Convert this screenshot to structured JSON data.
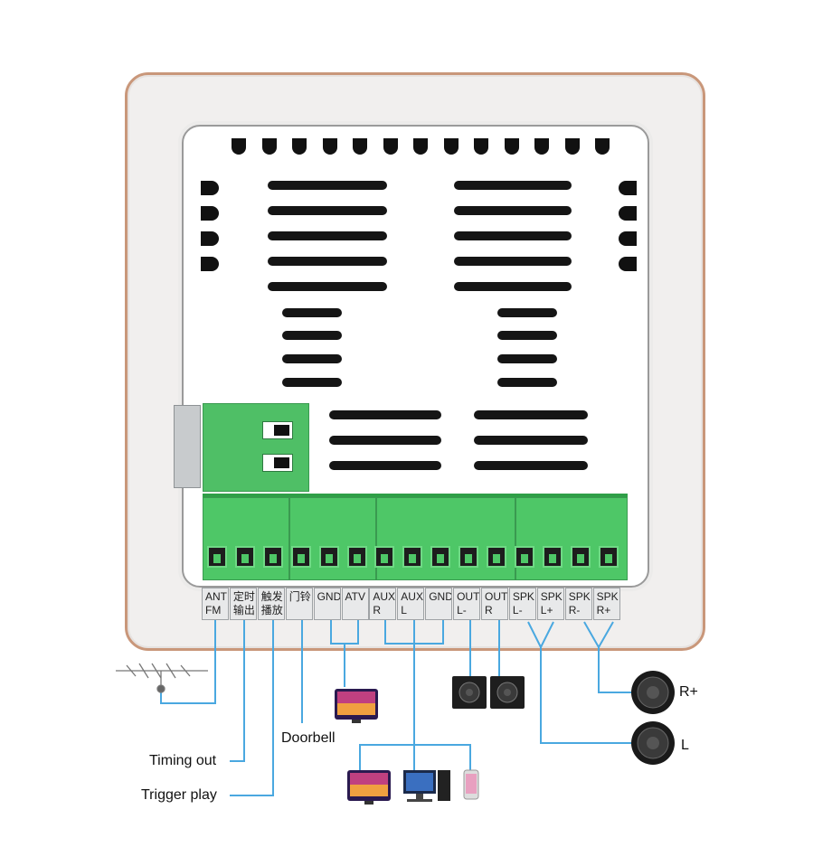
{
  "terminals": [
    {
      "id": "ant-fm",
      "label": "ANT\nFM"
    },
    {
      "id": "timing",
      "label": "定时\n输出"
    },
    {
      "id": "trigger",
      "label": "触发\n播放"
    },
    {
      "id": "doorbell",
      "label": "门铃"
    },
    {
      "id": "gnd-1",
      "label": "GND"
    },
    {
      "id": "atv",
      "label": "ATV"
    },
    {
      "id": "aux-r",
      "label": "AUX\nR"
    },
    {
      "id": "aux-l",
      "label": "AUX\nL"
    },
    {
      "id": "gnd-2",
      "label": "GND"
    },
    {
      "id": "out-l",
      "label": "OUT\nL-"
    },
    {
      "id": "out-r",
      "label": "OUT\nR"
    },
    {
      "id": "spk-l-",
      "label": "SPK\nL-"
    },
    {
      "id": "spk-l+",
      "label": "SPK\nL+"
    },
    {
      "id": "spk-r-",
      "label": "SPK\nR-"
    },
    {
      "id": "spk-r+",
      "label": "SPK\nR+"
    }
  ],
  "callouts": {
    "doorbell": "Doorbell",
    "timing_out": "Timing out",
    "trigger_play": "Trigger play",
    "speaker_r": "R+",
    "speaker_l": "L"
  },
  "colors": {
    "frame_border": "#c9977a",
    "terminal_green": "#4ec767",
    "wire_blue": "#4aa8e0"
  }
}
